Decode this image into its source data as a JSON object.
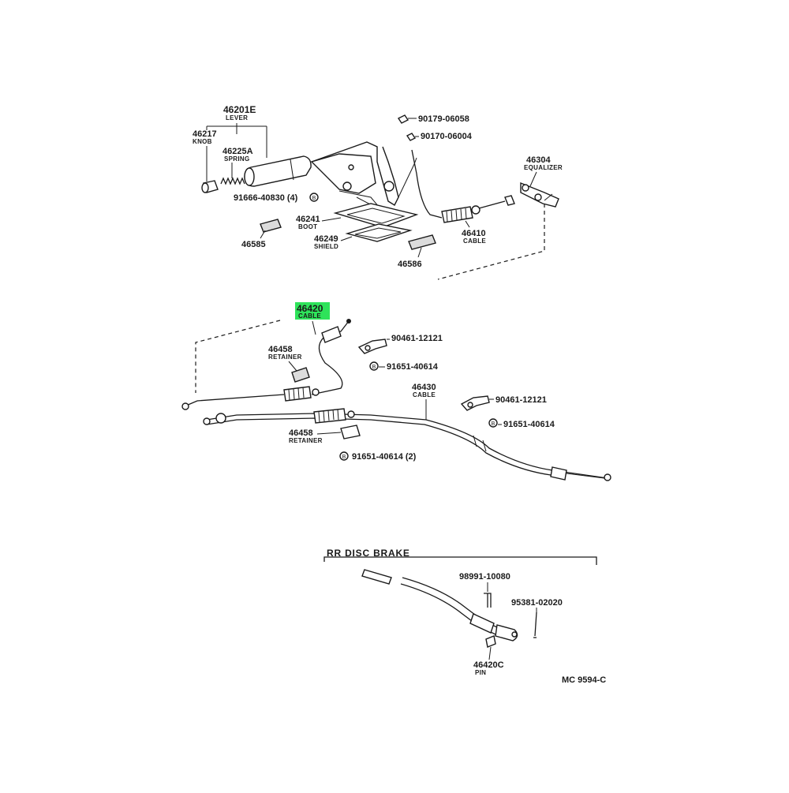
{
  "colors": {
    "highlight": "#2ee35a",
    "ink": "#1a1a1a",
    "background": "#ffffff"
  },
  "parts": {
    "p46201E": {
      "number": "46201E",
      "name": "LEVER"
    },
    "p46217": {
      "number": "46217",
      "name": "KNOB"
    },
    "p46225A": {
      "number": "46225A",
      "name": "SPRING"
    },
    "p91666": {
      "number": "91666-40830 (4)"
    },
    "p46241": {
      "number": "46241",
      "name": "BOOT"
    },
    "p46249": {
      "number": "46249",
      "name": "SHIELD"
    },
    "p46585": {
      "number": "46585"
    },
    "p46586": {
      "number": "46586"
    },
    "p90179": {
      "number": "90179-06058"
    },
    "p90170": {
      "number": "90170-06004"
    },
    "p46304": {
      "number": "46304",
      "name": "EQUALIZER"
    },
    "p46410": {
      "number": "46410",
      "name": "CABLE"
    },
    "p46420": {
      "number": "46420",
      "name": "CABLE",
      "highlighted": true
    },
    "p46458a": {
      "number": "46458",
      "name": "RETAINER"
    },
    "p90461a": {
      "number": "90461-12121"
    },
    "p91651a": {
      "number": "91651-40614"
    },
    "p46430": {
      "number": "46430",
      "name": "CABLE"
    },
    "p90461b": {
      "number": "90461-12121"
    },
    "p91651b": {
      "number": "91651-40614"
    },
    "p46458b": {
      "number": "46458",
      "name": "RETAINER"
    },
    "p91651c": {
      "number": "91651-40614 (2)"
    },
    "p98991": {
      "number": "98991-10080"
    },
    "p95381": {
      "number": "95381-02020"
    },
    "p46420C": {
      "number": "46420C",
      "name": "PIN"
    }
  },
  "section": {
    "title": "RR DISC BRAKE"
  },
  "figure_code": "MC 9594-C",
  "bolt_symbol": "B"
}
